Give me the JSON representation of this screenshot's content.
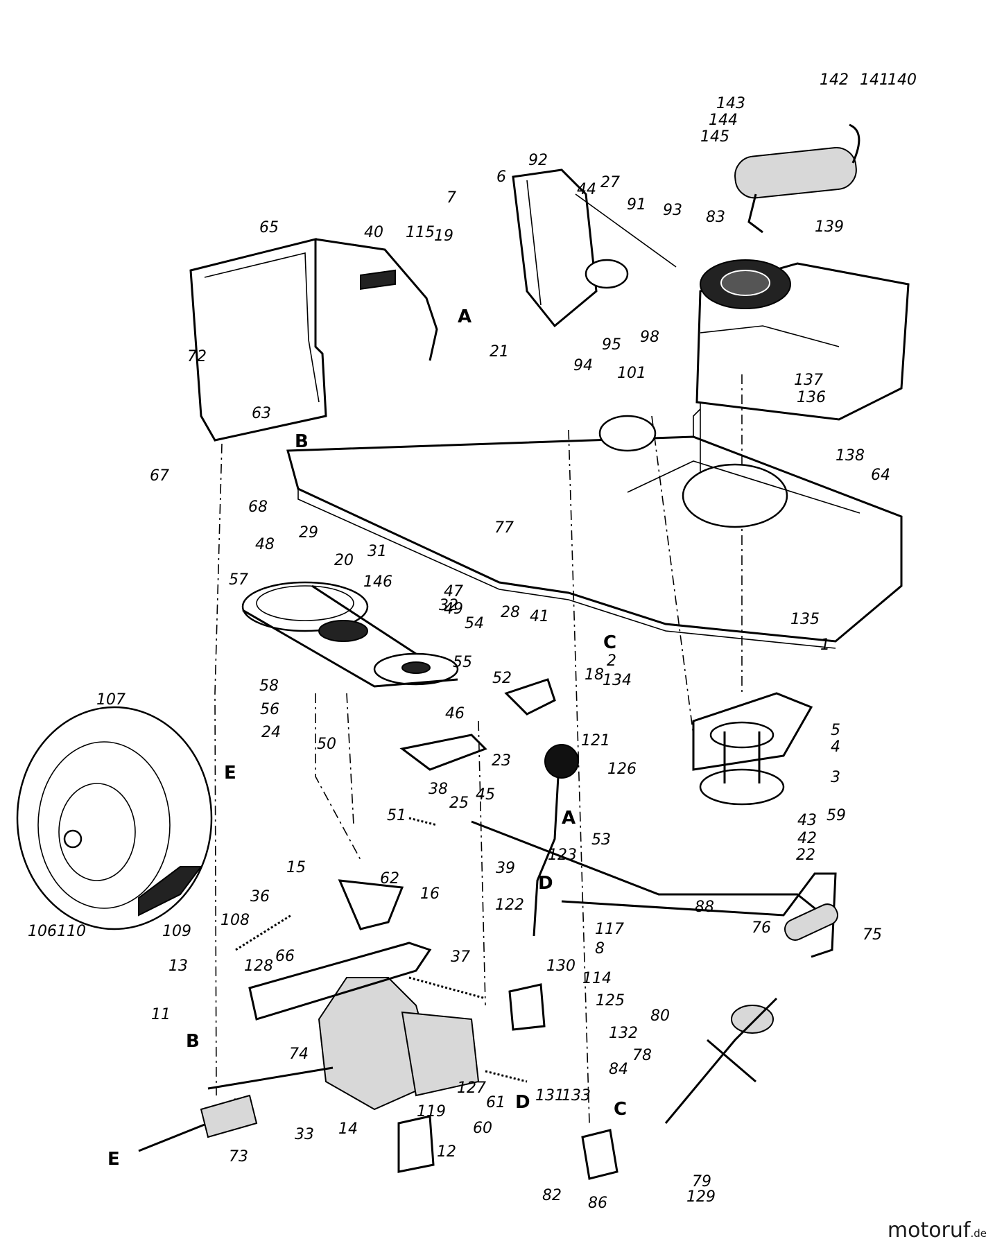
{
  "callouts": [
    "1",
    "2",
    "3",
    "4",
    "5",
    "6",
    "7",
    "8",
    "11",
    "12",
    "13",
    "14",
    "15",
    "16",
    "18",
    "19",
    "20",
    "21",
    "22",
    "23",
    "24",
    "25",
    "27",
    "28",
    "29",
    "31",
    "32",
    "33",
    "36",
    "37",
    "38",
    "39",
    "40",
    "41",
    "42",
    "43",
    "44",
    "45",
    "46",
    "47",
    "48",
    "49",
    "50",
    "51",
    "52",
    "53",
    "54",
    "55",
    "56",
    "57",
    "58",
    "59",
    "60",
    "61",
    "62",
    "63",
    "64",
    "65",
    "66",
    "67",
    "68",
    "72",
    "73",
    "74",
    "75",
    "76",
    "77",
    "78",
    "79",
    "80",
    "82",
    "83",
    "84",
    "86",
    "88",
    "91",
    "92",
    "93",
    "94",
    "95",
    "98",
    "101",
    "106",
    "107",
    "108",
    "109",
    "110",
    "114",
    "115",
    "117",
    "119",
    "121",
    "122",
    "123",
    "125",
    "126",
    "127",
    "128",
    "129",
    "130",
    "131",
    "132",
    "133",
    "134",
    "135",
    "136",
    "137",
    "138",
    "139",
    "140",
    "141",
    "142",
    "143",
    "144",
    "145",
    "146"
  ],
  "reference_letters": [
    "A",
    "B",
    "C",
    "D",
    "E"
  ],
  "watermark": {
    "brand": "motoruf",
    "suffix": ".de"
  }
}
